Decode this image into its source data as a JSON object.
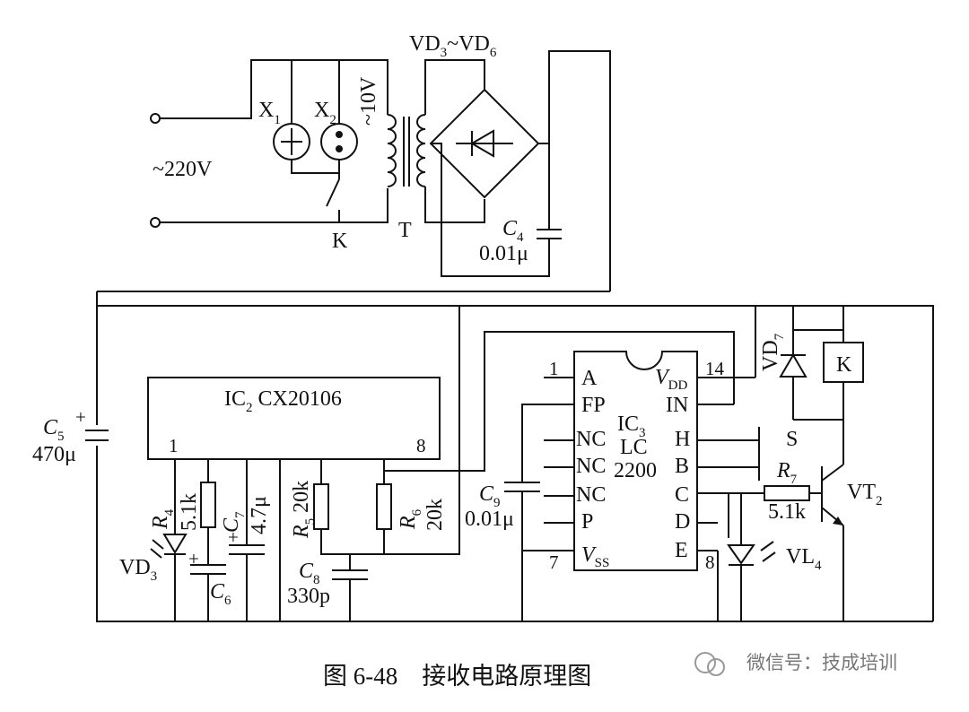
{
  "caption": "图 6-48　接收电路原理图",
  "watermark": "微信号：技成培训",
  "power": {
    "mains": "~220V",
    "x1": "X",
    "x1_sub": "1",
    "x2": "X",
    "x2_sub": "2",
    "voltage": "~10V",
    "switch": "K",
    "transformer": "T",
    "bridge_a": "VD",
    "bridge_a_sub": "3",
    "bridge_tilde": "~",
    "bridge_b": "VD",
    "bridge_b_sub": "6",
    "c4": "C",
    "c4_sub": "4",
    "c4_val": "0.01μ"
  },
  "ic2": {
    "title": "IC",
    "title_sub": "2",
    "part": " CX20106",
    "pin1": "1",
    "pin8": "8"
  },
  "left_parts": {
    "c5": "C",
    "c5_sub": "5",
    "c5_val": "470μ",
    "c5_pol": "+",
    "r4": "R",
    "r4_sub": "4",
    "r4_val": "5.1k",
    "vd3": "VD",
    "vd3_sub": "3",
    "c7": "C",
    "c7_sub": "7",
    "c7_val": "4.7μ",
    "c6": "C",
    "c6_sub": "6",
    "r5": "R",
    "r5_sub": "5",
    "r5_val": "20k",
    "r6": "R",
    "r6_sub": "6",
    "r6_val": "20k",
    "c8": "C",
    "c8_sub": "8",
    "c8_val": "330p",
    "c9": "C",
    "c9_sub": "9",
    "c9_val": "0.01μ"
  },
  "ic3": {
    "title": "IC",
    "title_sub": "3",
    "part": "LC",
    "part2": "2200",
    "left_pins": [
      "A",
      "FP",
      "NC",
      "NC",
      "NC",
      "P"
    ],
    "vss": "V",
    "vss_sub": "SS",
    "vdd": "V",
    "vdd_sub": "DD",
    "right_pins": [
      "IN",
      "H",
      "B",
      "C",
      "D",
      "E"
    ],
    "pin_1": "1",
    "pin_7": "7",
    "pin_14": "14",
    "pin_8": "8"
  },
  "right_parts": {
    "vd7": "VD",
    "vd7_sub": "7",
    "relay": "K",
    "switch_s": "S",
    "r7": "R",
    "r7_sub": "7",
    "r7_val": "5.1k",
    "vt2": "VT",
    "vt2_sub": "2",
    "vl4": "VL",
    "vl4_sub": "4"
  }
}
